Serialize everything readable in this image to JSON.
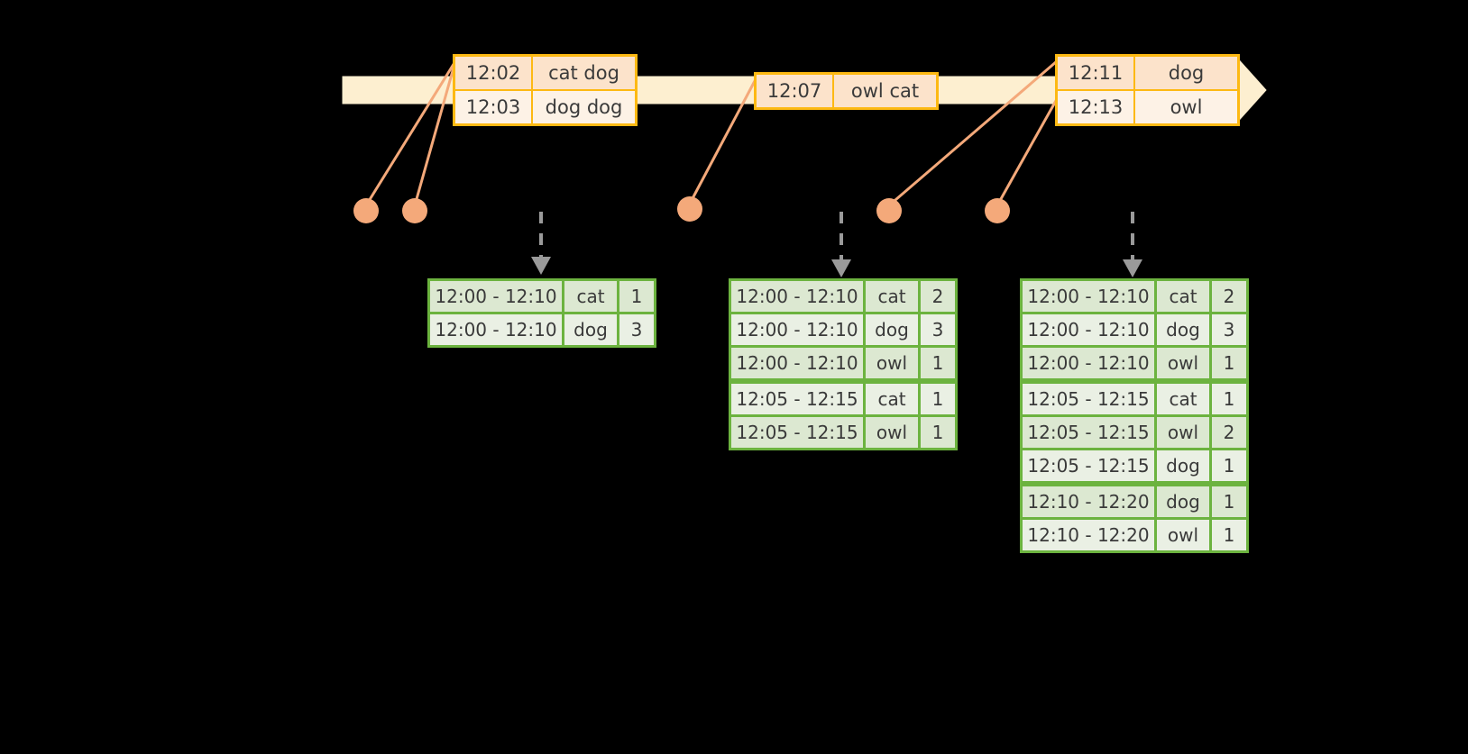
{
  "colors": {
    "background": "#000000",
    "timeline_fill": "#FDEFD0",
    "timeline_stroke": "#FDB913",
    "event_border": "#FDB913",
    "event_fill_dark": "#FCE3CB",
    "event_fill_light": "#FDF2E6",
    "connector": "#F4A97A",
    "dot": "#F4A97A",
    "table_border": "#6CB33F",
    "table_fill_dark": "#DCE8D1",
    "table_fill_light": "#EAF0E4",
    "arrow_gray": "#9A9A9A",
    "text": "#3a3a3a"
  },
  "timeline": {
    "name": "event-timeline",
    "events": [
      {
        "group": "event-group-1",
        "rows": [
          {
            "time": "12:02",
            "words": "cat dog"
          },
          {
            "time": "12:03",
            "words": "dog dog"
          }
        ]
      },
      {
        "group": "event-group-2",
        "rows": [
          {
            "time": "12:07",
            "words": "owl cat"
          }
        ]
      },
      {
        "group": "event-group-3",
        "rows": [
          {
            "time": "12:11",
            "words": "dog"
          },
          {
            "time": "12:13",
            "words": "owl"
          }
        ]
      }
    ]
  },
  "tables": [
    {
      "name": "result-table-1",
      "rows": [
        {
          "window": "12:00 - 12:10",
          "word": "cat",
          "count": "1"
        },
        {
          "window": "12:00 - 12:10",
          "word": "dog",
          "count": "3"
        }
      ]
    },
    {
      "name": "result-table-2",
      "rows": [
        {
          "window": "12:00 - 12:10",
          "word": "cat",
          "count": "2"
        },
        {
          "window": "12:00 - 12:10",
          "word": "dog",
          "count": "3"
        },
        {
          "window": "12:00 - 12:10",
          "word": "owl",
          "count": "1"
        },
        {
          "window": "12:05 - 12:15",
          "word": "cat",
          "count": "1"
        },
        {
          "window": "12:05 - 12:15",
          "word": "owl",
          "count": "1"
        }
      ]
    },
    {
      "name": "result-table-3",
      "rows": [
        {
          "window": "12:00 - 12:10",
          "word": "cat",
          "count": "2"
        },
        {
          "window": "12:00 - 12:10",
          "word": "dog",
          "count": "3"
        },
        {
          "window": "12:00 - 12:10",
          "word": "owl",
          "count": "1"
        },
        {
          "window": "12:05 - 12:15",
          "word": "cat",
          "count": "1"
        },
        {
          "window": "12:05 - 12:15",
          "word": "owl",
          "count": "2"
        },
        {
          "window": "12:05 - 12:15",
          "word": "dog",
          "count": "1"
        },
        {
          "window": "12:10 - 12:20",
          "word": "dog",
          "count": "1"
        },
        {
          "window": "12:10 - 12:20",
          "word": "owl",
          "count": "1"
        }
      ]
    }
  ]
}
